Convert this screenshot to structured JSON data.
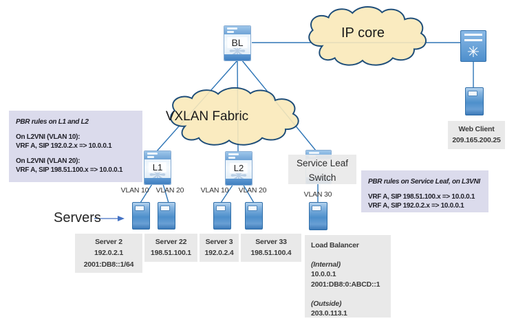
{
  "clouds": {
    "ip_core": "IP core",
    "vxlan_fabric": "VXLAN Fabric"
  },
  "switches": {
    "bl": "BL",
    "l1": "L1",
    "l2": "L2",
    "service_leaf_line1": "Service Leaf",
    "service_leaf_line2": "Switch"
  },
  "vlans": [
    "VLAN 10",
    "VLAN 20",
    "VLAN 10",
    "VLAN 20",
    "VLAN 30"
  ],
  "servers_pointer_label": "Servers",
  "server_labels": {
    "server2": {
      "name": "Server 2",
      "ip": "192.0.2.1",
      "ipv6": "2001:DB8::1/64"
    },
    "server22": {
      "name": "Server 22",
      "ip": "198.51.100.1"
    },
    "server3": {
      "name": "Server 3",
      "ip": "192.0.2.4"
    },
    "server33": {
      "name": "Server 33",
      "ip": "198.51.100.4"
    }
  },
  "web_client": {
    "name": "Web Client",
    "ip": "209.165.200.25"
  },
  "load_balancer": {
    "title": "Load Balancer",
    "internal_label": "(Internal)",
    "internal_ip": "10.0.0.1",
    "internal_ipv6": "2001:DB8:0:ABCD::1",
    "outside_label": "(Outside)",
    "outside_ip": "203.0.113.1"
  },
  "pbr_left": {
    "title": "PBR rules on L1 and L2",
    "rule1_heading": "On L2VNI (VLAN 10):",
    "rule1": "VRF A, SIP 192.0.2.x  => 10.0.0.1",
    "rule2_heading": "On L2VNI (VLAN 20):",
    "rule2": "VRF A, SIP 198.51.100.x  => 10.0.0.1"
  },
  "pbr_right": {
    "title": "PBR rules on Service Leaf, on L3VNI",
    "rule1": "VRF A, SIP 198.51.100.x => 10.0.0.1",
    "rule2": "VRF A, SIP 192.0.2.x => 10.0.0.1"
  },
  "icons": {
    "switch_flake": "❋",
    "router_star": "✳"
  },
  "colors": {
    "line_blue": "#2E75B6",
    "cloud_fill": "#FAE9B9",
    "cloud_stroke": "#1F4E79",
    "pbr_box_bg": "#DBDBEC",
    "label_box_bg": "#E9E9E9",
    "switch_blue": "#4E8FCC"
  }
}
